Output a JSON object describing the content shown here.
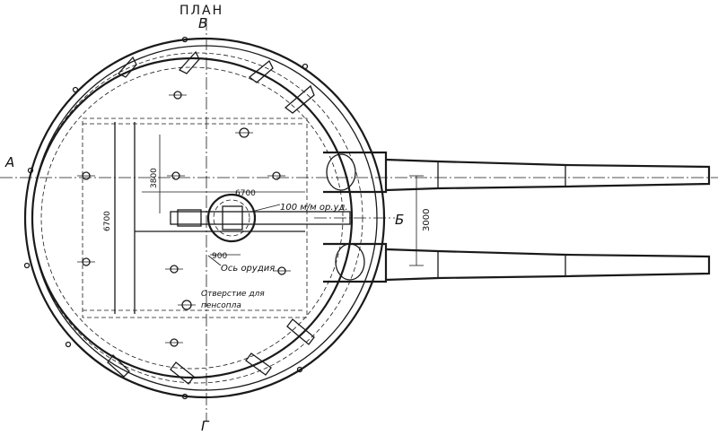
{
  "title": "ПЛАН",
  "section_labels": {
    "left": "А",
    "right": "Б",
    "top": "В",
    "bottom": "Г"
  },
  "dimensions": {
    "width_6700": "6700",
    "height_6700": "6700",
    "d_3800": "3800",
    "barrel_spacing": "3000",
    "offset_900": "900"
  },
  "annotations": {
    "gun_note": "100 м/м ор.уд.",
    "gun_axis": "Ось орудия",
    "floor_hole_line1": "Отверстие для",
    "floor_hole_line2": "пенсопла"
  },
  "colors": {
    "ink": "#1a1a1a",
    "paper": "#ffffff"
  }
}
